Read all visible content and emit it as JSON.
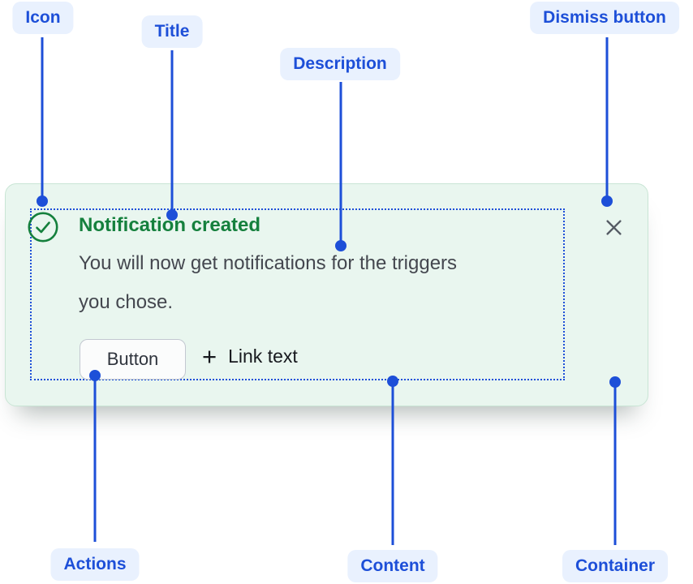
{
  "annotations": {
    "icon": "Icon",
    "title": "Title",
    "description": "Description",
    "dismiss_button": "Dismiss button",
    "actions": "Actions",
    "content": "Content",
    "container": "Container"
  },
  "notification": {
    "title": "Notification created",
    "description": "You will now get notifications for the triggers\nyou chose.",
    "button_label": "Button",
    "plus_glyph": "+",
    "link_label": "Link text"
  },
  "icons": {
    "status": "success-check-icon",
    "dismiss": "close-icon"
  },
  "colors": {
    "annotation_blue": "#1D4FD8",
    "annotation_pill_bg": "#E9F1FE",
    "success_green": "#15803D",
    "card_bg": "#E9F6EF",
    "card_border": "#C9E5D5",
    "description_text": "#44474F",
    "dismiss_icon": "#555B64",
    "button_border": "#C3C8D1"
  }
}
